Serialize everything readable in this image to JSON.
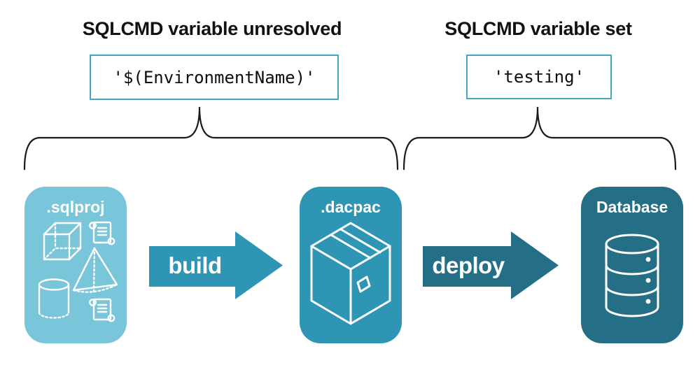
{
  "diagram": {
    "annotations": {
      "left": {
        "title": "SQLCMD variable unresolved",
        "code": "'$(EnvironmentName)'"
      },
      "right": {
        "title": "SQLCMD variable set",
        "code": "'testing'"
      }
    },
    "stages": [
      {
        "label": ".sqlproj",
        "icon": "sql-objects-icon"
      },
      {
        "label": ".dacpac",
        "icon": "package-box-icon"
      },
      {
        "label": "Database",
        "icon": "database-cylinder-icon"
      }
    ],
    "arrows": [
      {
        "label": "build"
      },
      {
        "label": "deploy"
      }
    ],
    "colors": {
      "sqlproj_fill": "#79C5D9",
      "dacpac_fill": "#2E96B4",
      "database_fill": "#256F86",
      "build_arrow_fill": "#2E96B4",
      "deploy_arrow_fill": "#256F86",
      "code_box_border": "#45A6C0",
      "brace_stroke": "#1A1A1A",
      "icon_stroke": "#FFFFFF",
      "text_color": "#111111"
    }
  }
}
